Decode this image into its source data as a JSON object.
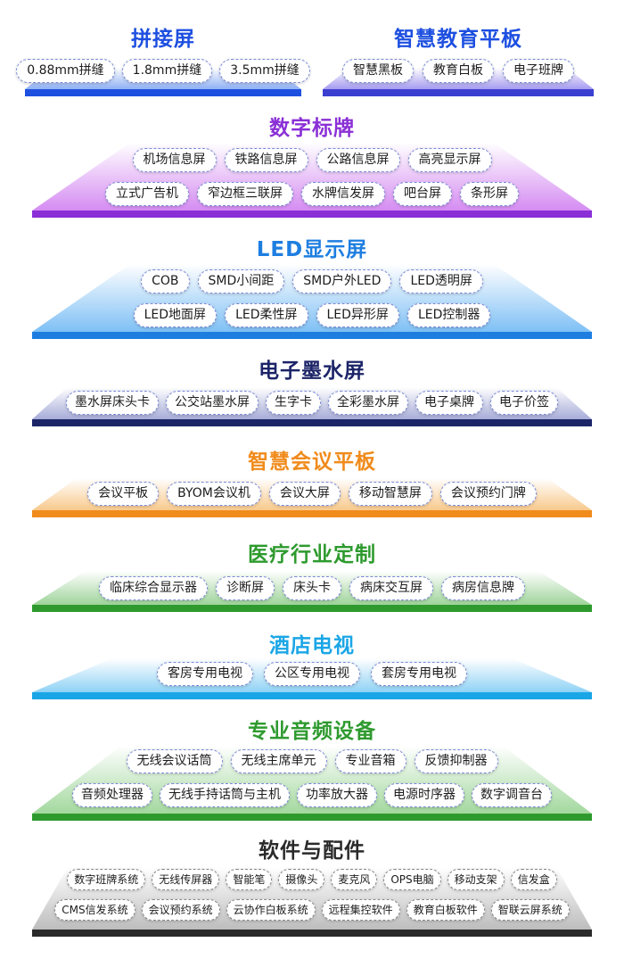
{
  "colors": {
    "blue": "#1d4fe0",
    "purple": "#8a2fd6",
    "led_blue": "#1e7ee0",
    "navy": "#1c2468",
    "orange": "#f08b1c",
    "green": "#2e9a2e",
    "sky": "#1aa6e6",
    "gray": "#2a2a2a"
  },
  "sections": {
    "splice": {
      "title": "拼接屏",
      "items": [
        "0.88mm拼缝",
        "1.8mm拼缝",
        "3.5mm拼缝"
      ]
    },
    "edu": {
      "title": "智慧教育平板",
      "items": [
        "智慧黑板",
        "教育白板",
        "电子班牌"
      ]
    },
    "signage": {
      "title": "数字标牌",
      "row1": [
        "机场信息屏",
        "铁路信息屏",
        "公路信息屏",
        "高亮显示屏"
      ],
      "row2": [
        "立式广告机",
        "窄边框三联屏",
        "水牌信发屏",
        "吧台屏",
        "条形屏"
      ]
    },
    "led": {
      "title": "LED显示屏",
      "row1": [
        "COB",
        "SMD小间距",
        "SMD户外LED",
        "LED透明屏"
      ],
      "row2": [
        "LED地面屏",
        "LED柔性屏",
        "LED异形屏",
        "LED控制器"
      ]
    },
    "eink": {
      "title": "电子墨水屏",
      "items": [
        "墨水屏床头卡",
        "公交站墨水屏",
        "生字卡",
        "全彩墨水屏",
        "电子桌牌",
        "电子价签"
      ]
    },
    "meeting": {
      "title": "智慧会议平板",
      "items": [
        "会议平板",
        "BYOM会议机",
        "会议大屏",
        "移动智慧屏",
        "会议预约门牌"
      ]
    },
    "medical": {
      "title": "医疗行业定制",
      "items": [
        "临床综合显示器",
        "诊断屏",
        "床头卡",
        "病床交互屏",
        "病房信息牌"
      ]
    },
    "hotel": {
      "title": "酒店电视",
      "items": [
        "客房专用电视",
        "公区专用电视",
        "套房专用电视"
      ]
    },
    "audio": {
      "title": "专业音频设备",
      "row1": [
        "无线会议话筒",
        "无线主席单元",
        "专业音箱",
        "反馈抑制器"
      ],
      "row2": [
        "音频处理器",
        "无线手持话筒与主机",
        "功率放大器",
        "电源时序器",
        "数字调音台"
      ]
    },
    "software": {
      "title": "软件与配件",
      "row1": [
        "数字班牌系统",
        "无线传屏器",
        "智能笔",
        "摄像头",
        "麦克风",
        "OPS电脑",
        "移动支架",
        "信发盒"
      ],
      "row2": [
        "CMS信发系统",
        "会议预约系统",
        "云协作白板系统",
        "远程集控软件",
        "教育白板软件",
        "智联云屏系统"
      ]
    }
  }
}
